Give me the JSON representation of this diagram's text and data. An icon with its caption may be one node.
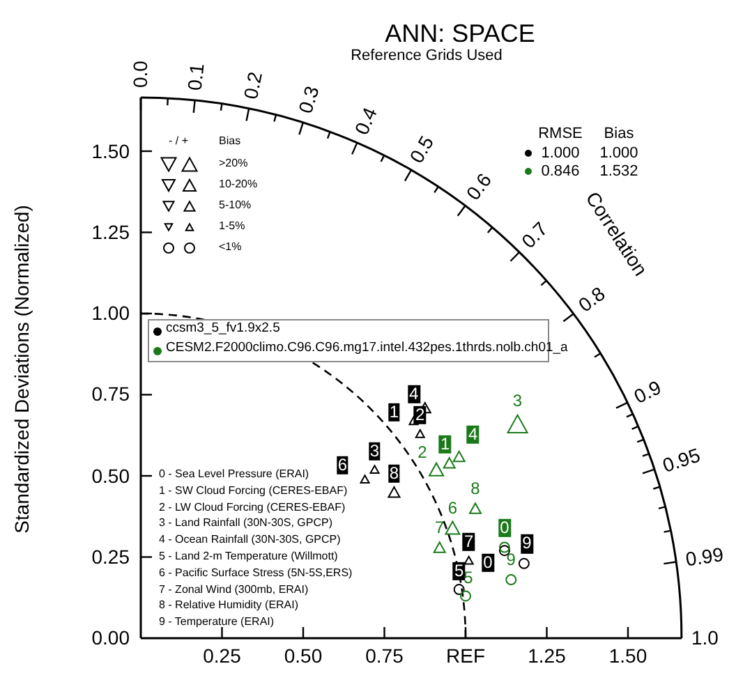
{
  "diagram": {
    "title": "ANN: SPACE",
    "labels": [
      "Reference Grids Used",
      "0.0",
      "0.1",
      "0.2",
      "0.3",
      "0.4",
      "0.5",
      "0.6",
      "0.7",
      "0.8",
      "0.9",
      "0.95",
      "0.99",
      "1.0",
      "- / +",
      "Bias",
      "RMSE",
      "Bias",
      "1.000",
      "1.000",
      "0.846",
      "1.532",
      "Correlation",
      "1.50",
      "1.25",
      "1.00",
      "0.75",
      "0.50",
      "0.25",
      "0.00",
      "Standardized Deviations (Normalized)",
      "0 - Sea Level Pressure (ERAI)",
      "1 - SW Cloud Forcing (CERES-EBAF)",
      "2 - LW Cloud Forcing (CERES-EBAF)",
      "3 - Land Rainfall (30N-30S, GPCP)",
      "4 - Ocean Rainfall (30N-30S, GPCP)",
      "5 - Land 2-m Temperature (Willmott)",
      "6 - Pacific Surface Stress (5N-5S,ERS)",
      "7 - Zonal Wind (300mb, ERAI)",
      "8 - Relative Humidity (ERAI)",
      "9 - Temperature (ERAI)",
      "0.25",
      "0.50",
      "0.75",
      "REF",
      "1.25",
      "1.50",
      "0",
      "1",
      "2",
      "3",
      "4",
      "5",
      "6",
      "7",
      "8",
      "9",
      "0",
      "1",
      "2",
      "3",
      "4",
      "5",
      "6",
      "7",
      "8",
      "9"
    ],
    "legend": [
      {
        "text": ">20%"
      },
      {
        "text": "10-20%"
      },
      {
        "text": "5-10%"
      },
      {
        "text": "1-5%"
      },
      {
        "text": "<1%"
      },
      {
        "text": "ccsm3_5_fv1.9x2.5",
        "color": "#000000"
      },
      {
        "text": "CESM2.F2000climo.C96.C96.mg17.intel.432pes.1thrds.nolb.ch01_a",
        "color": "#1a7a1a"
      }
    ]
  }
}
